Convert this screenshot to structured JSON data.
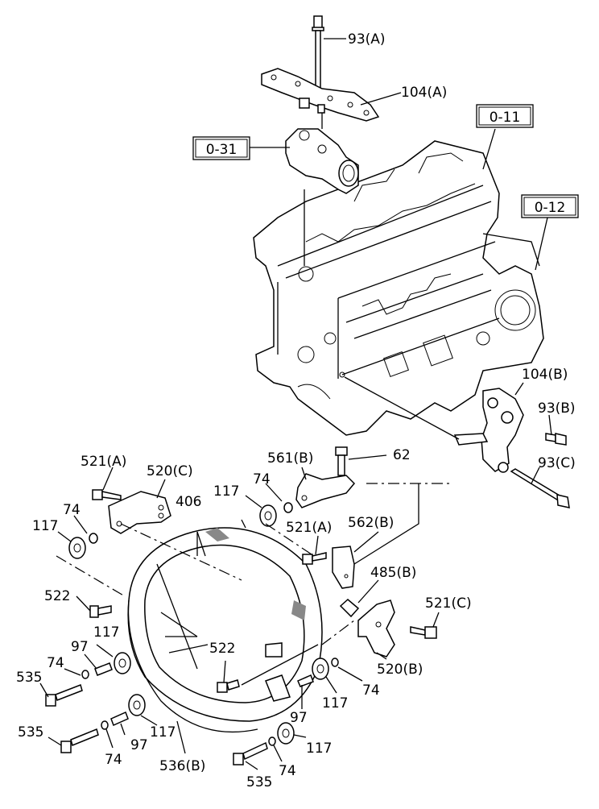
{
  "references": {
    "ref_0_11": "0-11",
    "ref_0_12": "0-12",
    "ref_0_31": "0-31"
  },
  "callouts": {
    "p93a": "93(A)",
    "p104a": "104(A)",
    "p104b": "104(B)",
    "p93b": "93(B)",
    "p93c": "93(C)",
    "p62": "62",
    "p561b": "561(B)",
    "p74_a": "74",
    "p117_a": "117",
    "p406": "406",
    "p521a_left": "521(A)",
    "p520c": "520(C)",
    "p74_b": "74",
    "p117_b": "117",
    "p521a_mid": "521(A)",
    "p562b": "562(B)",
    "p485b": "485(B)",
    "p521c": "521(C)",
    "p522_left": "522",
    "p117_c": "117",
    "p97_a": "97",
    "p74_c": "74",
    "p535_a": "535",
    "p522_mid": "522",
    "p520b": "520(B)",
    "p74_d": "74",
    "p117_d": "117",
    "p97_b": "97",
    "p535_b": "535",
    "p97_c": "97",
    "p117_e": "117",
    "p74_e": "74",
    "p536b": "536(B)",
    "p117_f": "117",
    "p74_f": "74",
    "p535_c": "535"
  }
}
